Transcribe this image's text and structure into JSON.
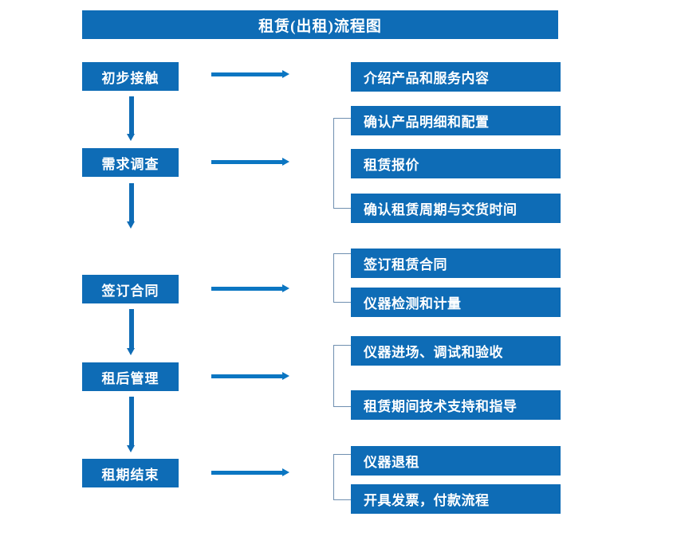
{
  "diagram": {
    "title": "租赁(出租)流程图",
    "accent_color": "#0e6cb6",
    "bracket_color": "#6f8fb0",
    "text_color": "#ffffff",
    "background_color": "#ffffff",
    "stages": [
      {
        "label": "初步接触",
        "details": [
          "介绍产品和服务内容"
        ],
        "bracketed": false
      },
      {
        "label": "需求调查",
        "details": [
          "确认产品明细和配置",
          "租赁报价",
          "确认租赁周期与交货时间"
        ],
        "bracketed": true
      },
      {
        "label": "签订合同",
        "details": [
          "签订租赁合同",
          "仪器检测和计量"
        ],
        "bracketed": true
      },
      {
        "label": "租后管理",
        "details": [
          "仪器进场、调试和验收",
          "租赁期间技术支持和指导"
        ],
        "bracketed": true
      },
      {
        "label": "租期结束",
        "details": [
          "仪器退租",
          "开具发票，付款流程"
        ],
        "bracketed": true
      }
    ]
  }
}
